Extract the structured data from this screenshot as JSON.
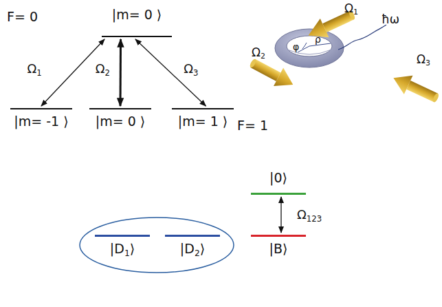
{
  "diagram": {
    "nodes": [
      {
        "text": [
          "|m= 0 ⟩"
        ]
      },
      {
        "text": [
          "|m= -1 ⟩"
        ]
      },
      {
        "text": [
          "|m= 0 ⟩"
        ]
      },
      {
        "text": [
          "|m= 1 ⟩"
        ]
      },
      {
        "text": [
          "|D1⟩"
        ]
      },
      {
        "text": [
          "|D2⟩"
        ]
      },
      {
        "text": [
          "|B⟩"
        ]
      },
      {
        "text": [
          "|0⟩"
        ]
      }
    ],
    "edges": [
      {
        "from": 0,
        "to": 1,
        "label": "Ω1",
        "arrow": "both"
      },
      {
        "from": 0,
        "to": 2,
        "label": "Ω2",
        "arrow": "both"
      },
      {
        "from": 0,
        "to": 3,
        "label": "Ω3",
        "arrow": "both"
      },
      {
        "from": 7,
        "to": 6,
        "label": "Ω123",
        "arrow": "both"
      }
    ],
    "labels": [
      "F= 0",
      "F= 1",
      "Ω1",
      "Ω2",
      "Ω3",
      "φ",
      "ρ",
      "ħω"
    ]
  }
}
